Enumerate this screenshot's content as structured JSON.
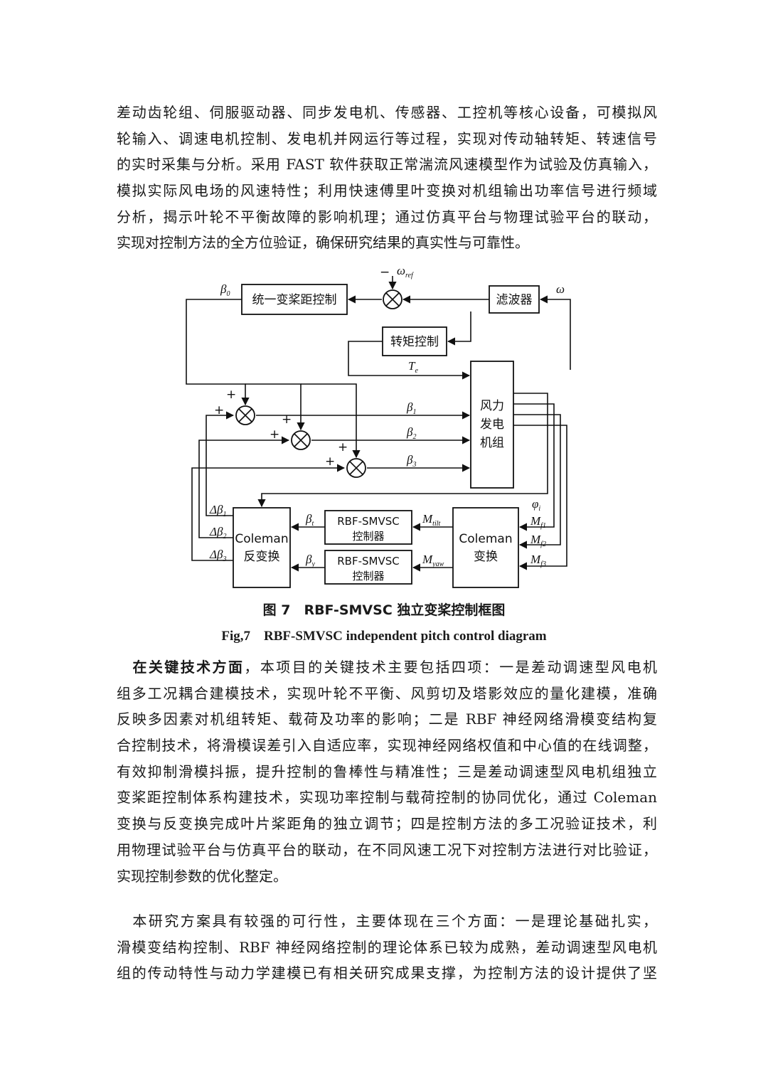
{
  "paragraph1": {
    "lines": [
      "差动齿轮组、伺服驱动器、同步发电机、传感器、工控机等核心设备，可模拟风",
      "轮输入、调速电机控制、发电机并网运行等过程，实现对传动轴转矩、转速信号",
      "的实时采集与分析。采用 FAST 软件获取正常湍流风速模型作为试验及仿真输入，",
      "模拟实际风电场的风速特性；利用快速傅里叶变换对机组输出功率信号进行频域",
      "分析，揭示叶轮不平衡故障的影响机理；通过仿真平台与物理试验平台的联动，",
      "实现对控制方法的全方位验证，确保研究结果的真实性与可靠性。"
    ]
  },
  "diagram": {
    "blocks": {
      "collective_pitch": "统一变桨距控制",
      "filter": "滤波器",
      "torque_control": "转矩控制",
      "turbine": [
        "风力",
        "发电",
        "机组"
      ],
      "inverse_coleman": [
        "Coleman",
        "反变换"
      ],
      "controller_tilt": [
        "RBF-SMVSC",
        "控制器"
      ],
      "controller_yaw": [
        "RBF-SMVSC",
        "控制器"
      ],
      "coleman": [
        "Coleman",
        "变换"
      ]
    },
    "signals": {
      "omega_ref": "ω",
      "omega_ref_sub": "ref",
      "omega": "ω",
      "beta0": "β",
      "beta0_sub": "0",
      "te": "T",
      "te_sub": "e",
      "beta1": "β",
      "beta1_sub": "1",
      "beta2": "β",
      "beta2_sub": "2",
      "beta3": "β",
      "beta3_sub": "3",
      "dbeta1": "Δβ",
      "dbeta1_sub": "1",
      "dbeta2": "Δβ",
      "dbeta2_sub": "2",
      "dbeta3": "Δβ",
      "dbeta3_sub": "3",
      "beta_t": "β",
      "beta_t_sub": "t",
      "beta_y": "β",
      "beta_y_sub": "y",
      "m_tilt": "M",
      "m_tilt_sub": "tilt",
      "m_yaw": "M",
      "m_yaw_sub": "yaw",
      "phi": "φ",
      "phi_sub": "i",
      "mf1": "M",
      "mf1_sub": "f1",
      "mf2": "M",
      "mf2_sub": "f2",
      "mf3": "M",
      "mf3_sub": "f3",
      "minus": "−",
      "plus": "+"
    }
  },
  "caption": {
    "cn": "图 7　RBF-SMVSC 独立变桨控制框图",
    "en": "Fig,7　RBF-SMVSC independent pitch control diagram"
  },
  "paragraph2": {
    "lead": "在关键技术方面",
    "first_rest": "，本项目的关键技术主要包括四项：一是差动调速型风电机",
    "lines": [
      "组多工况耦合建模技术，实现叶轮不平衡、风剪切及塔影效应的量化建模，准确",
      "反映多因素对机组转矩、载荷及功率的影响；二是 RBF 神经网络滑模变结构复",
      "合控制技术，将滑模误差引入自适应率，实现神经网络权值和中心值的在线调整，",
      "有效抑制滑模抖振，提升控制的鲁棒性与精准性；三是差动调速型风电机组独立",
      "变桨距控制体系构建技术，实现功率控制与载荷控制的协同优化，通过 Coleman",
      "变换与反变换完成叶片桨距角的独立调节；四是控制方法的多工况验证技术，利",
      "用物理试验平台与仿真平台的联动，在不同风速工况下对控制方法进行对比验证，",
      "实现控制参数的优化整定。"
    ]
  },
  "paragraph3": {
    "lines": [
      "　本研究方案具有较强的可行性，主要体现在三个方面：一是理论基础扎实，",
      "滑模变结构控制、RBF 神经网络控制的理论体系已较为成熟，差动调速型风电机",
      "组的传动特性与动力学建模已有相关研究成果支撑，为控制方法的设计提供了坚"
    ]
  }
}
